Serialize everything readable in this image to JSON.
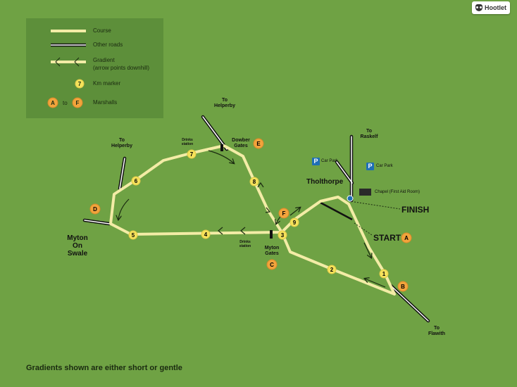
{
  "brand": {
    "name": "Hootlet",
    "icon": "owl-logo-icon"
  },
  "legend": {
    "course": "Course",
    "other_roads": "Other roads",
    "gradient_line1": "Gradient",
    "gradient_line2": "(arrow points downhill)",
    "km_marker_sample": "7",
    "km_marker": "Km marker",
    "marshall_from": "A",
    "marshall_to_word": "to",
    "marshall_to": "F",
    "marshalls": "Marshalls"
  },
  "roads": {
    "helperby_ne_1": "To",
    "helperby_ne_2": "Helperby",
    "helperby_w_1": "To",
    "helperby_w_2": "Helperby",
    "raskelf_1": "To",
    "raskelf_2": "Raskelf",
    "flawith_1": "To",
    "flawith_2": "Flawith"
  },
  "places": {
    "myton_1": "Myton",
    "myton_2": "On",
    "myton_3": "Swale",
    "tholthorpe": "Tholthorpe",
    "dowber_1": "Dowber",
    "dowber_2": "Gates",
    "myton_gates_1": "Myton",
    "myton_gates_2": "Gates",
    "chapel": "Chapel (First Aid Room)",
    "car_park": "Car Park",
    "parking_symbol": "P",
    "finish": "FINISH",
    "start": "START"
  },
  "drinks": {
    "north_1": "Drinks",
    "north_2": "station",
    "south_1": "Drinks",
    "south_2": "station"
  },
  "km_markers": [
    "1",
    "2",
    "3",
    "4",
    "5",
    "6",
    "7",
    "8",
    "9"
  ],
  "marshalls": [
    "A",
    "B",
    "C",
    "D",
    "E",
    "F"
  ],
  "footer": "Gradients shown are either short or gentle",
  "colors": {
    "background": "#6fa244",
    "legend_bg": "#5d8f3a",
    "course": "#f3eca6",
    "km_marker": "#f5e25a",
    "marshall": "#f2a43c",
    "parking": "#1f6fb5"
  }
}
